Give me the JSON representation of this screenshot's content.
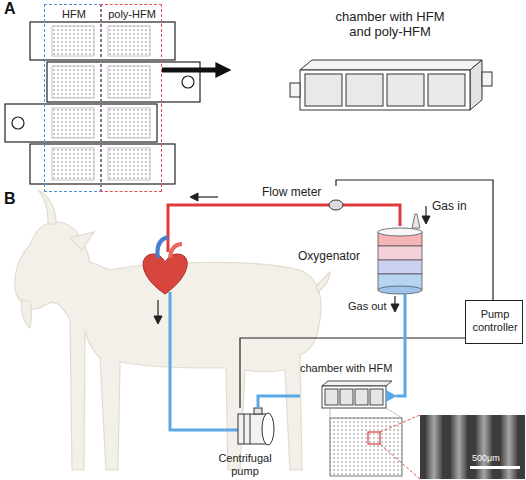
{
  "diagram": {
    "nodes": [
      {
        "text": [
          "HFM"
        ]
      },
      {
        "text": [
          "poly-HFM"
        ]
      },
      {
        "text": [
          "chamber with HFM and poly-HFM"
        ]
      },
      {
        "text": [
          "Flow meter"
        ]
      },
      {
        "text": [
          "Oxygenator"
        ]
      },
      {
        "text": [
          "Pump controller"
        ]
      },
      {
        "text": [
          "chamber with HFM"
        ]
      },
      {
        "text": [
          "Centrifugal pump"
        ]
      }
    ],
    "edges": [
      {
        "from": 1,
        "to": 2,
        "arrow": "to"
      },
      {
        "from": 4,
        "to": 3,
        "arrow": "none"
      },
      {
        "from": 3,
        "to": 5,
        "arrow": "none"
      },
      {
        "from": 5,
        "to": 7,
        "arrow": "none"
      },
      {
        "from": 7,
        "to": 6,
        "arrow": "none"
      },
      {
        "from": 6,
        "to": 4,
        "arrow": "none"
      }
    ],
    "labels": [
      "A",
      "B",
      "Gas in",
      "Gas out",
      "500μm"
    ]
  }
}
